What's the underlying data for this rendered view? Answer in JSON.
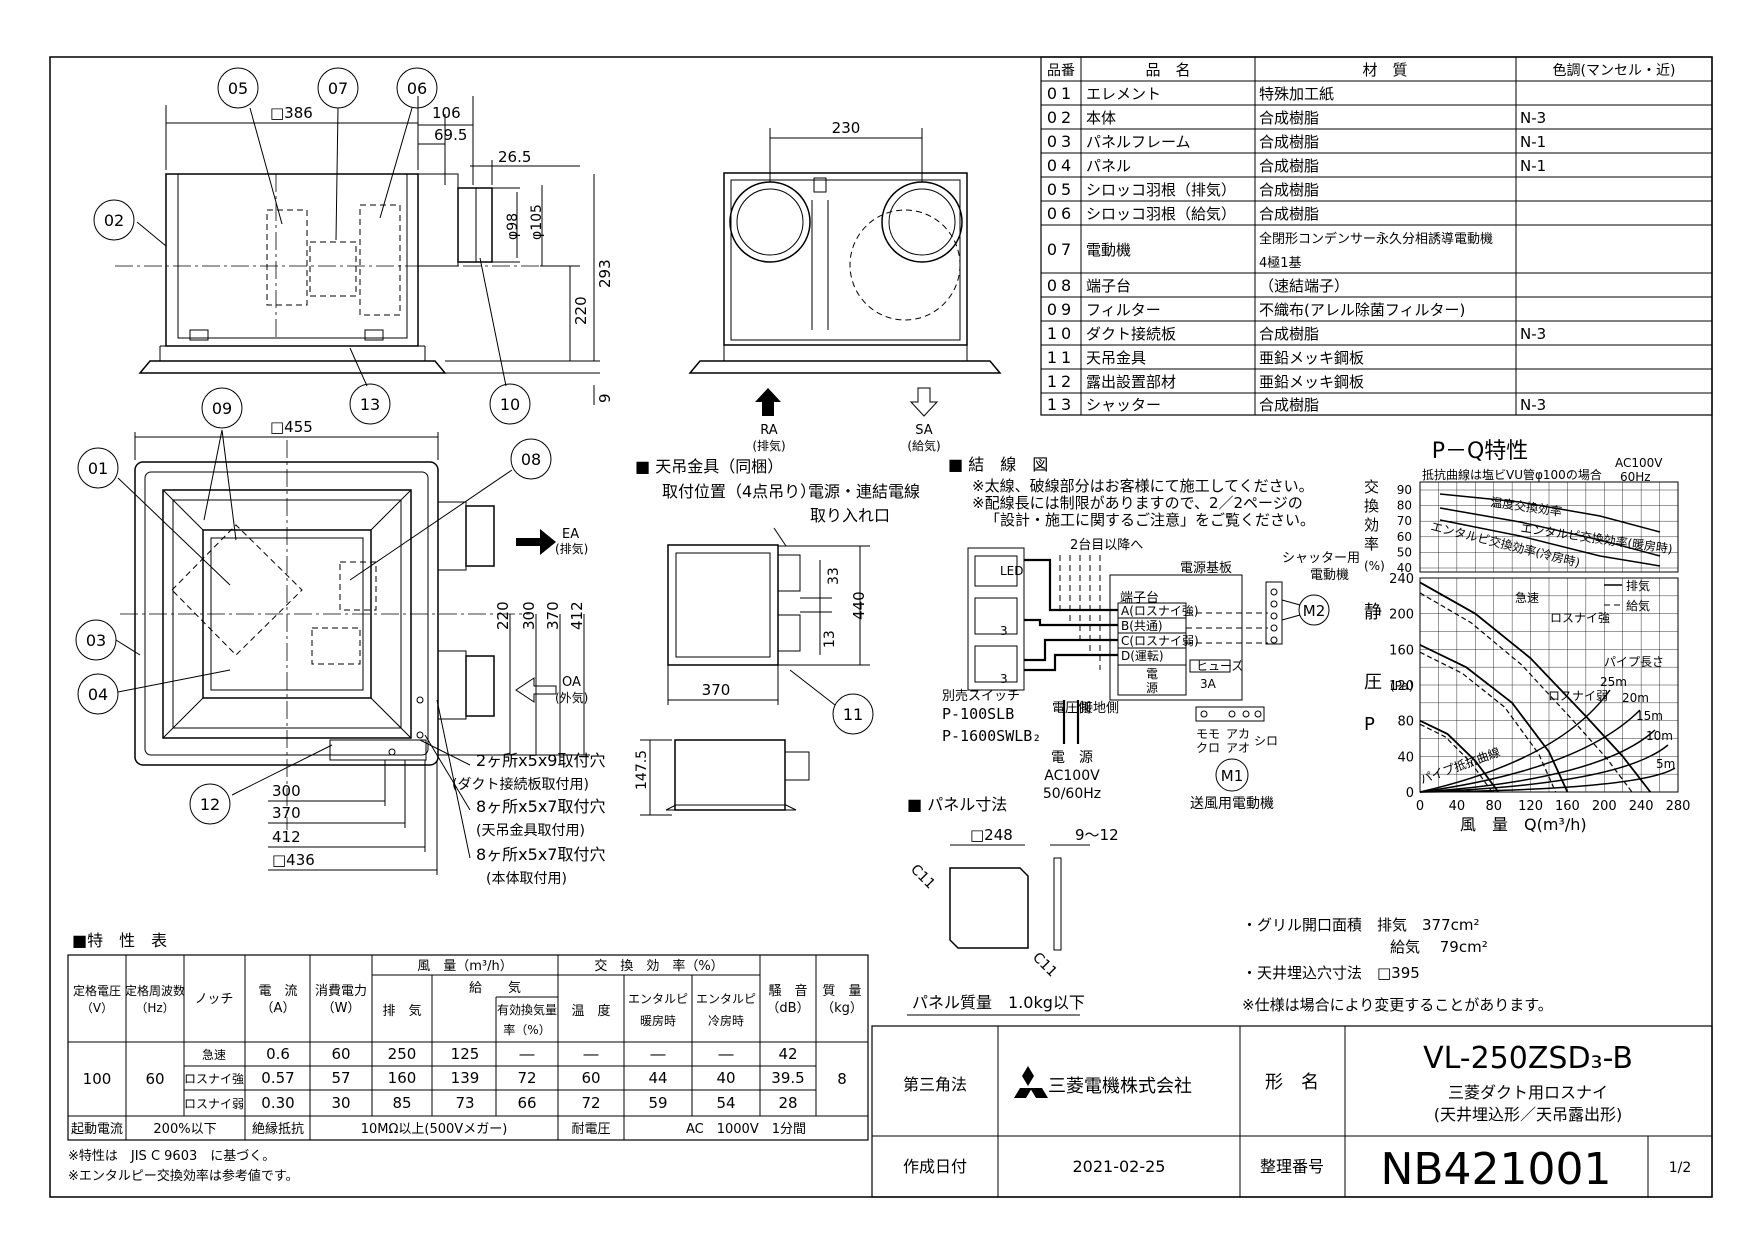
{
  "parts_table": {
    "headers": [
      "品番",
      "品　名",
      "材　質",
      "色調(マンセル・近)"
    ],
    "rows": [
      [
        "01",
        "エレメント",
        "特殊加工紙",
        ""
      ],
      [
        "02",
        "本体",
        "合成樹脂",
        "N-3"
      ],
      [
        "03",
        "パネルフレーム",
        "合成樹脂",
        "N-1"
      ],
      [
        "04",
        "パネル",
        "合成樹脂",
        "N-1"
      ],
      [
        "05",
        "シロッコ羽根（排気）",
        "合成樹脂",
        ""
      ],
      [
        "06",
        "シロッコ羽根（給気）",
        "合成樹脂",
        ""
      ],
      [
        "07",
        "電動機",
        "全閉形コンデンサー永久分相誘導電動機 4極1基",
        ""
      ],
      [
        "08",
        "端子台",
        "（速結端子）",
        ""
      ],
      [
        "09",
        "フィルター",
        "不織布(アレル除菌フィルター)",
        ""
      ],
      [
        "10",
        "ダクト接続板",
        "合成樹脂",
        "N-3"
      ],
      [
        "11",
        "天吊金具",
        "亜鉛メッキ鋼板",
        ""
      ],
      [
        "12",
        "露出設置部材",
        "亜鉛メッキ鋼板",
        ""
      ],
      [
        "13",
        "シャッター",
        "合成樹脂",
        "N-3"
      ]
    ]
  },
  "side_view": {
    "dims": [
      "□386",
      "106",
      "69.5",
      "26.5",
      "φ98",
      "φ105",
      "220",
      "293",
      "9"
    ],
    "balloons": [
      "05",
      "07",
      "06",
      "02",
      "13",
      "10"
    ]
  },
  "front_view": {
    "dim_230": "230",
    "ra": "RA",
    "ra_sub": "(排気)",
    "sa": "SA",
    "sa_sub": "(給気)"
  },
  "plan_view": {
    "dim_455": "□455",
    "balloons": [
      "09",
      "01",
      "08",
      "03",
      "04",
      "12"
    ],
    "ea": "EA",
    "ea_sub": "(排気)",
    "oa": "OA",
    "oa_sub": "(外気)",
    "vdims": [
      "220",
      "300",
      "370",
      "412"
    ],
    "hdims": [
      "300",
      "370",
      "412",
      "□436"
    ],
    "holes": [
      "2ヶ所x5x9取付穴",
      "(ダクト接続板取付用)",
      "8ヶ所x5x7取付穴",
      "(天吊金具取付用)",
      "8ヶ所x5x7取付穴",
      "(本体取付用)"
    ]
  },
  "hanger": {
    "title": "■ 天吊金具（同梱）",
    "line1": "取付位置（4点吊り）",
    "power_line": "電源・連結電線",
    "power_line2": "取り入れ口",
    "dims": [
      "33",
      "440",
      "13",
      "370",
      "147.5"
    ],
    "balloon": "11"
  },
  "wiring": {
    "title": "■ 結　線　図",
    "note1": "※太線、破線部分はお客様にて施工してください。",
    "note2": "※配線長には制限がありますので、2／2ページの",
    "note3": "「設計・施工に関するご注意」をご覧ください。",
    "second_unit": "2台目以降へ",
    "board": "電源基板",
    "shutter_motor": "シャッター用",
    "shutter_motor2": "電動機",
    "m2": "M2",
    "terminal": "端子台",
    "terms": [
      "A(ロスナイ強)",
      "B(共通)",
      "C(ロスナイ弱)",
      "D(運転)"
    ],
    "power_label": "電",
    "power_label2": "源",
    "fuse": "ヒューズ",
    "fuse_a": "3A",
    "led": "LED",
    "switch_title": "別売スイッチ",
    "switch1": "P-100SLB",
    "switch2": "P-1600SWLB₂",
    "side1": "電圧側",
    "side2": "接地側",
    "supply": "電　源",
    "supply2": "AC100V",
    "supply3": "50/60Hz",
    "motor_wires": [
      "モモ",
      "クロ",
      "アカ",
      "アオ",
      "シロ"
    ],
    "m1": "M1",
    "fan_motor": "送風用電動機",
    "three": "3"
  },
  "panel": {
    "title": "■ パネル寸法",
    "dim": "□248",
    "thick": "9〜12",
    "c11": "C11",
    "mass": "パネル質量　1.0kg以下"
  },
  "pq": {
    "title": "P－Q特性",
    "ac": "AC100V",
    "hz": "60Hz",
    "resist_note": "抵抗曲線は塩ビVU管φ100の場合",
    "eff_label": "交換効率",
    "eff_unit": "(%)",
    "eff_ticks": [
      "90",
      "80",
      "70",
      "60",
      "50",
      "40"
    ],
    "eff_curves": [
      "温度交換効率",
      "エンタルピ交換効率(暖房時)",
      "エンタルピ交換効率(冷房時)"
    ],
    "p_label": "静圧",
    "p_unit": "(Pa)",
    "p_sym": "P",
    "p_ticks": [
      "240",
      "200",
      "160",
      "120",
      "80",
      "40",
      "0"
    ],
    "q_ticks": [
      "0",
      "40",
      "80",
      "120",
      "160",
      "200",
      "240",
      "280"
    ],
    "q_label": "風　量　Q(m³/h)",
    "legend_ex": "排気",
    "legend_sup": "給気",
    "curve_labels": [
      "急速",
      "ロスナイ強",
      "ロスナイ弱",
      "パイプ長さ",
      "25m",
      "20m",
      "15m",
      "10m",
      "5m",
      "パイプ抵抗曲線"
    ]
  },
  "chart_data": {
    "type": "line",
    "title": "P－Q特性",
    "xlabel": "風量 Q(m³/h)",
    "ylabel": "静圧 P(Pa)",
    "xlim": [
      0,
      280
    ],
    "ylim": [
      0,
      240
    ],
    "series": [
      {
        "name": "急速",
        "x": [
          0,
          60,
          120,
          180,
          220,
          250
        ],
        "values": [
          235,
          200,
          150,
          85,
          40,
          0
        ]
      },
      {
        "name": "ロスナイ強",
        "x": [
          0,
          50,
          100,
          140,
          160
        ],
        "values": [
          165,
          140,
          100,
          45,
          0
        ]
      },
      {
        "name": "ロスナイ弱",
        "x": [
          0,
          30,
          60,
          85
        ],
        "values": [
          80,
          65,
          35,
          0
        ]
      }
    ]
  },
  "notes": {
    "grille1": "・グリル開口面積　排気　377cm²",
    "grille2": "給気　 79cm²",
    "ceiling": "・天井埋込穴寸法　□395",
    "change": "※仕様は場合により変更することがあります。"
  },
  "spec": {
    "title": "■特　性　表",
    "h_voltage": "定格電圧",
    "h_voltage_u": "（V）",
    "h_freq": "定格周波数",
    "h_freq_u": "（Hz）",
    "h_notch": "ノッチ",
    "h_current": "電　流",
    "h_current_u": "（A）",
    "h_power": "消費電力",
    "h_power_u": "（W）",
    "h_flow": "風　量（m³/h）",
    "h_exhaust": "排　気",
    "h_supply": "給　　気",
    "h_eff_vent": "有効換気量",
    "h_eff_vent2": "率（%）",
    "h_exch": "交　換　効　率（%）",
    "h_temp": "温　度",
    "h_ent_h": "エンタルピ",
    "h_ent_h2": "暖房時",
    "h_ent_c": "エンタルピ",
    "h_ent_c2": "冷房時",
    "h_noise": "騒　音",
    "h_noise_u": "（dB）",
    "h_mass": "質　量",
    "h_mass_u": "（kg）",
    "voltage": "100",
    "freq": "60",
    "mass": "8",
    "rows": [
      [
        "急速",
        "0.6",
        "60",
        "250",
        "125",
        "―",
        "―",
        "―",
        "―",
        "42"
      ],
      [
        "ロスナイ強",
        "0.57",
        "57",
        "160",
        "139",
        "72",
        "60",
        "44",
        "40",
        "39.5"
      ],
      [
        "ロスナイ弱",
        "0.30",
        "30",
        "85",
        "73",
        "66",
        "72",
        "59",
        "54",
        "28"
      ]
    ],
    "start_label": "起動電流",
    "start_value": "200%以下",
    "ins_label": "絶縁抵抗",
    "ins_value": "10MΩ以上(500Vメガー)",
    "withstand_label": "耐電圧",
    "withstand_value": "AC　1000V　1分間",
    "foot1": "※特性は　JIS C 9603　に基づく。",
    "foot2": "※エンタルピー交換効率は参考値です。"
  },
  "title_block": {
    "projection": "第三角法",
    "company": "三菱電機株式会社",
    "model_label": "形　名",
    "model": "VL-250ZSD₃-B",
    "desc1": "三菱ダクト用ロスナイ",
    "desc2": "(天井埋込形／天吊露出形)",
    "date_label": "作成日付",
    "date": "2021-02-25",
    "number_label": "整理番号",
    "number": "NB421001",
    "page": "1/2"
  }
}
